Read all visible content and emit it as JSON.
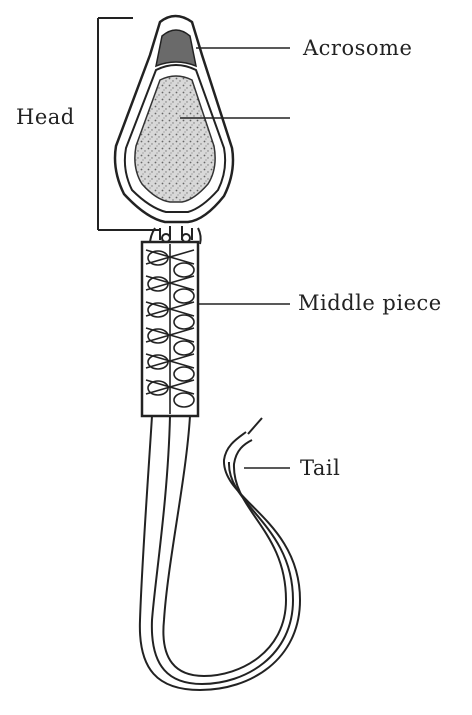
{
  "labels": {
    "head": "Head",
    "acrosome": "Acrosome",
    "nucleus": "",
    "middle_piece": "Middle piece",
    "tail": "Tail"
  },
  "colors": {
    "ink": "#222222",
    "acrosome_fill": "#6a6a6a",
    "nucleus_fill": "#cfcfcf",
    "background": "#ffffff"
  }
}
